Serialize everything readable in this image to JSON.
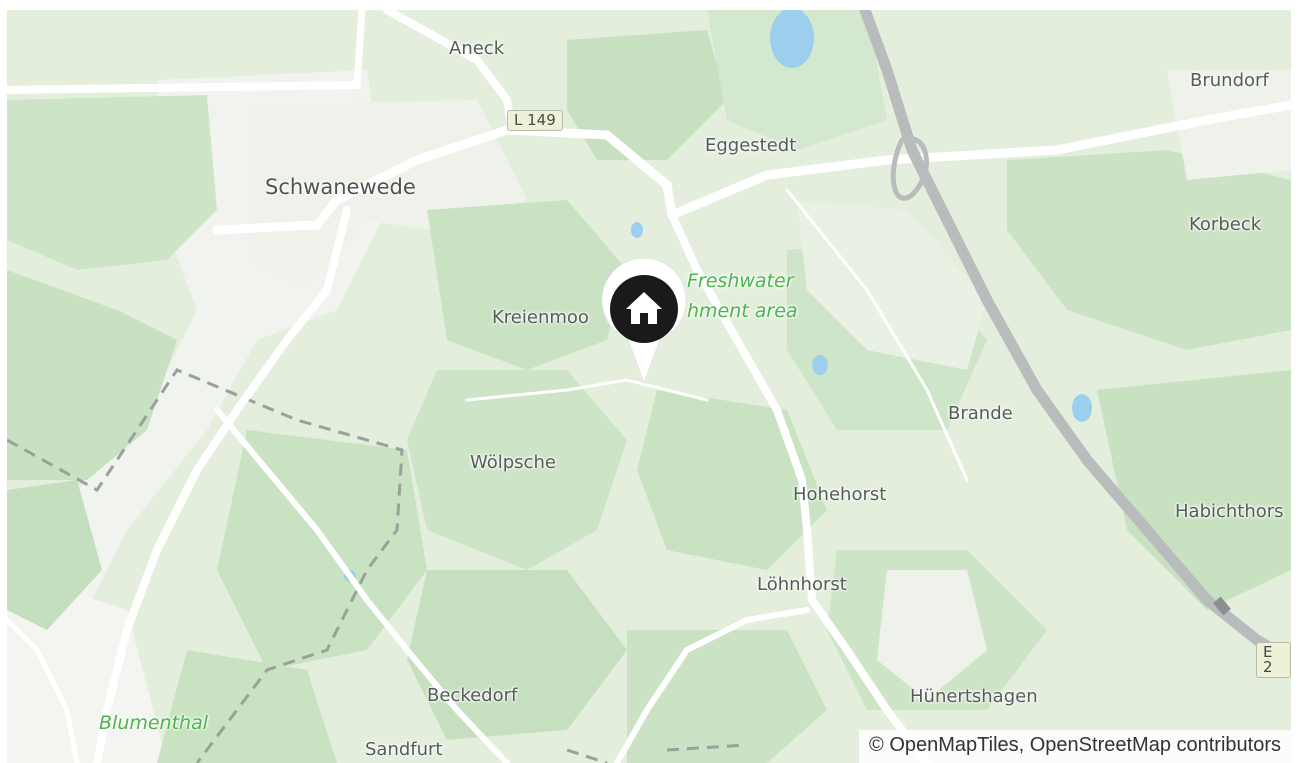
{
  "map": {
    "places": {
      "aneck": "Aneck",
      "brundorf": "Brundorf",
      "eggestedt": "Eggestedt",
      "schwanewede": "Schwanewede",
      "korbeck": "Korbeck",
      "kreienmoor": "Kreienmoo",
      "brande": "Brande",
      "woelpsche": "Wölpsche",
      "hohehorst": "Hohehorst",
      "habichthorst": "Habichthors",
      "loehnhorst": "Löhnhorst",
      "beckedorf": "Beckedorf",
      "huenertshagen": "Hünertshagen",
      "sandfurt": "Sandfurt",
      "blumenthal": "Blumenthal"
    },
    "area_label": {
      "line1": "Freshwater",
      "line2": "hment area"
    },
    "road_shields": {
      "l149": "L 149",
      "e2": "E 2"
    },
    "marker_icon": "home-icon",
    "attribution": "© OpenMapTiles, OpenStreetMap contributors",
    "colors": {
      "forest": "#cde4c7",
      "meadow": "#e3efdc",
      "urban": "#f1f3ee",
      "road": "#ffffff",
      "motorway": "#b9bcbd",
      "water": "#9ccfee",
      "boundary": "#9aa09a",
      "marker": "#1a1a1a"
    }
  }
}
